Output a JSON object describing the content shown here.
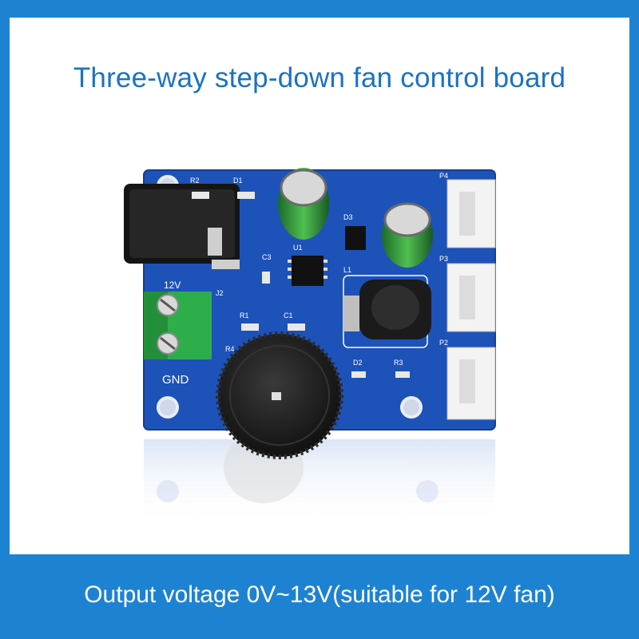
{
  "title": "Three-way step-down fan control board",
  "caption": "Output voltage 0V~13V(suitable for 12V fan)",
  "board": {
    "labels": {
      "r2": "R2",
      "d1": "D1",
      "d3": "D3",
      "u1": "U1",
      "c3": "C3",
      "l1": "L1",
      "r1": "R1",
      "c1": "C1",
      "r4": "R4",
      "d2": "D2",
      "r3": "R3",
      "j2": "J2",
      "p4": "P4",
      "p3": "P3",
      "p2": "P2",
      "gnd": "GND",
      "v12": "12V"
    }
  },
  "colors": {
    "background": "#1e82d2",
    "title": "#1a72c4",
    "pcb": "#1d52b8",
    "terminal": "#2eae4a"
  }
}
